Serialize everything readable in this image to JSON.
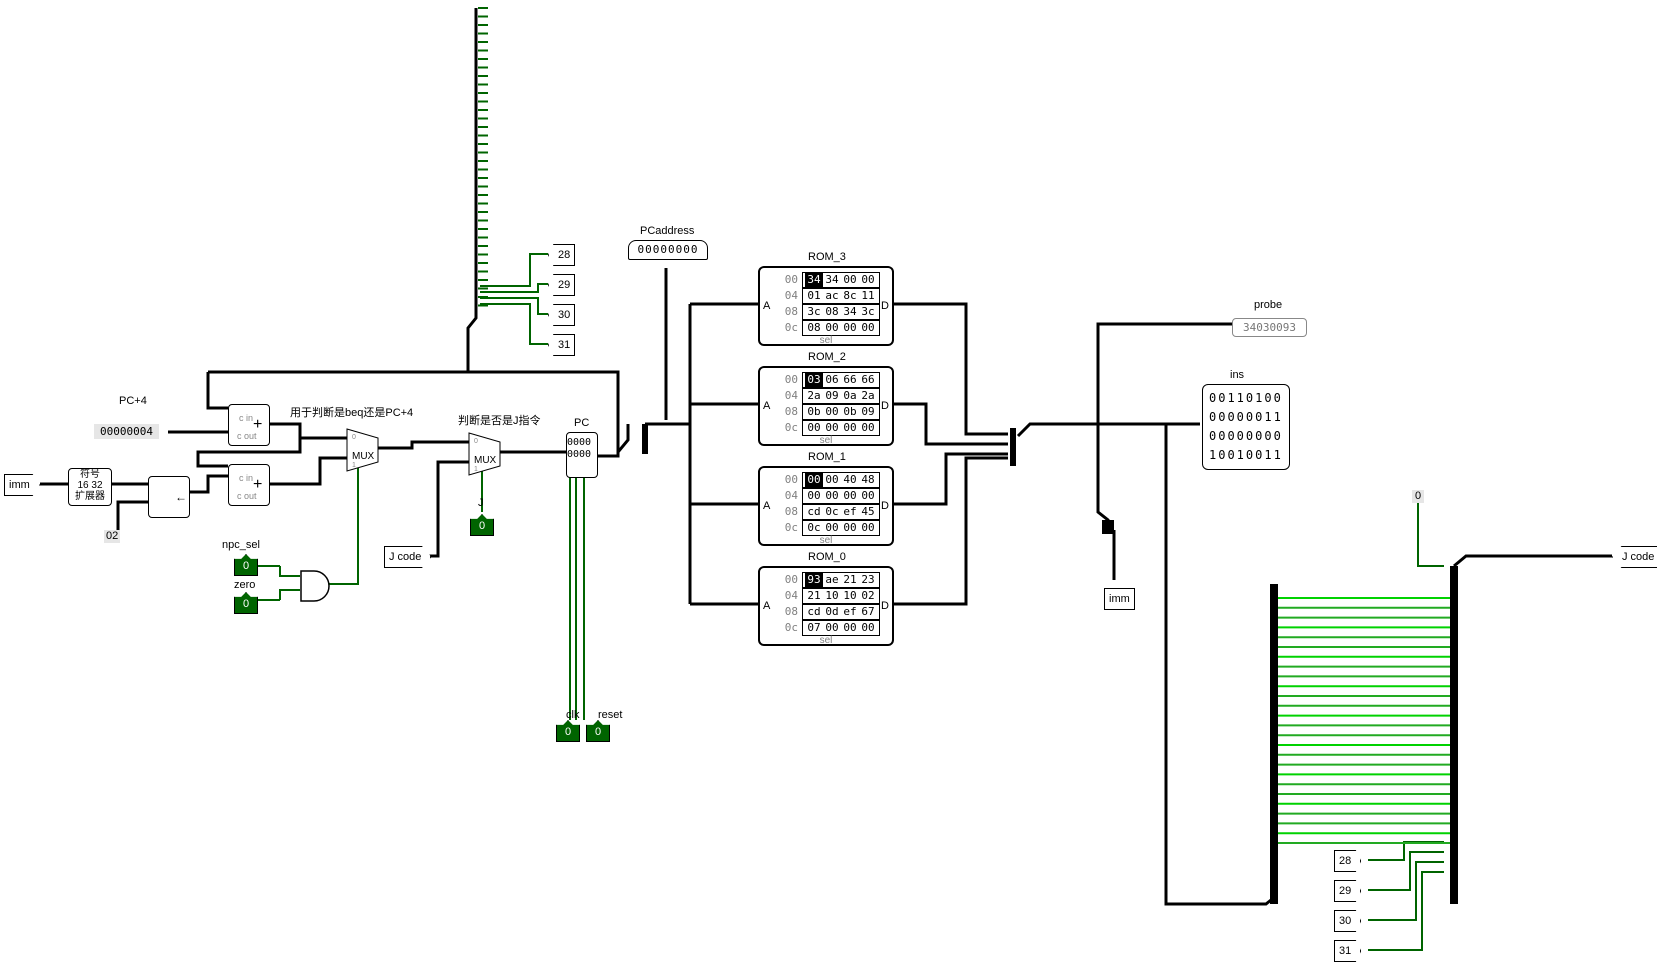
{
  "pcplus4": {
    "label": "PC+4",
    "constant": "00000004"
  },
  "adder": {
    "cin": "c in",
    "cout": "c out"
  },
  "mux": {
    "label": "MUX",
    "sel0": "0",
    "sel1": "1"
  },
  "annotations": {
    "beq_or_pc4": "用于判断是beq还是PC+4",
    "is_j": "判断是否是J指令"
  },
  "sign_ext": {
    "line1": "符号",
    "line2": "16 32",
    "line3": "扩展器"
  },
  "shift_const": "02",
  "pins": {
    "imm_in": "imm",
    "jcode_in": "J code",
    "npc_sel": "npc_sel",
    "zero": "zero",
    "j": "J",
    "clk": "clk",
    "reset": "reset",
    "imm_out": "imm",
    "jcode_out": "J code"
  },
  "input_value": "0",
  "pc": {
    "label": "PC",
    "value_hi": "0000",
    "value_lo": "0000"
  },
  "pcaddress": {
    "label": "PCaddress",
    "value": "00000000"
  },
  "probe": {
    "label": "probe",
    "value": "34030093"
  },
  "ins": {
    "label": "ins",
    "rows": [
      "00110100",
      "00000011",
      "00000000",
      "10010011"
    ]
  },
  "tunnels": {
    "t28": "28",
    "t29": "29",
    "t30": "30",
    "t31": "31"
  },
  "top_const": "0",
  "roms": [
    {
      "name": "ROM_3",
      "addrs": [
        "00",
        "04",
        "08",
        "0c"
      ],
      "rows": [
        [
          "34",
          "34",
          "00",
          "00"
        ],
        [
          "01",
          "ac",
          "8c",
          "11"
        ],
        [
          "3c",
          "08",
          "34",
          "3c"
        ],
        [
          "08",
          "00",
          "00",
          "00"
        ]
      ]
    },
    {
      "name": "ROM_2",
      "addrs": [
        "00",
        "04",
        "08",
        "0c"
      ],
      "rows": [
        [
          "03",
          "06",
          "66",
          "66"
        ],
        [
          "2a",
          "09",
          "0a",
          "2a"
        ],
        [
          "0b",
          "00",
          "0b",
          "09"
        ],
        [
          "00",
          "00",
          "00",
          "00"
        ]
      ]
    },
    {
      "name": "ROM_1",
      "addrs": [
        "00",
        "04",
        "08",
        "0c"
      ],
      "rows": [
        [
          "00",
          "00",
          "40",
          "48"
        ],
        [
          "00",
          "00",
          "00",
          "00"
        ],
        [
          "cd",
          "0c",
          "ef",
          "45"
        ],
        [
          "0c",
          "00",
          "00",
          "00"
        ]
      ]
    },
    {
      "name": "ROM_0",
      "addrs": [
        "00",
        "04",
        "08",
        "0c"
      ],
      "rows": [
        [
          "93",
          "ae",
          "21",
          "23"
        ],
        [
          "21",
          "10",
          "10",
          "02"
        ],
        [
          "cd",
          "0d",
          "ef",
          "67"
        ],
        [
          "07",
          "00",
          "00",
          "00"
        ]
      ]
    }
  ],
  "rom_pins": {
    "a": "A",
    "d": "D",
    "sel": "sel"
  },
  "colors": {
    "wire_on": "#00d200",
    "wire_low": "#006400",
    "wire": "#000000",
    "pin_blue": "#3333ff"
  }
}
